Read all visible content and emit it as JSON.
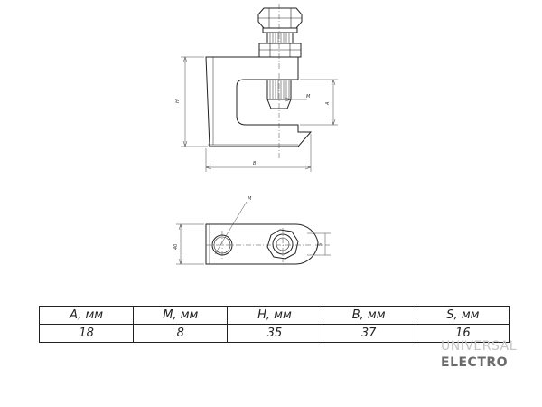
{
  "drawing": {
    "dim_H": "H",
    "dim_B": "B",
    "dim_A": "A",
    "dim_M_side": "M",
    "dim_M_plan": "M",
    "dim_S": "S",
    "dim_40": "40"
  },
  "table": {
    "headers": [
      "A, мм",
      "M, мм",
      "H, мм",
      "B, мм",
      "S, мм"
    ],
    "values": [
      "18",
      "8",
      "35",
      "37",
      "16"
    ]
  },
  "watermark": {
    "line1": "UNIVERSAL",
    "line2": "ELECTRO"
  }
}
